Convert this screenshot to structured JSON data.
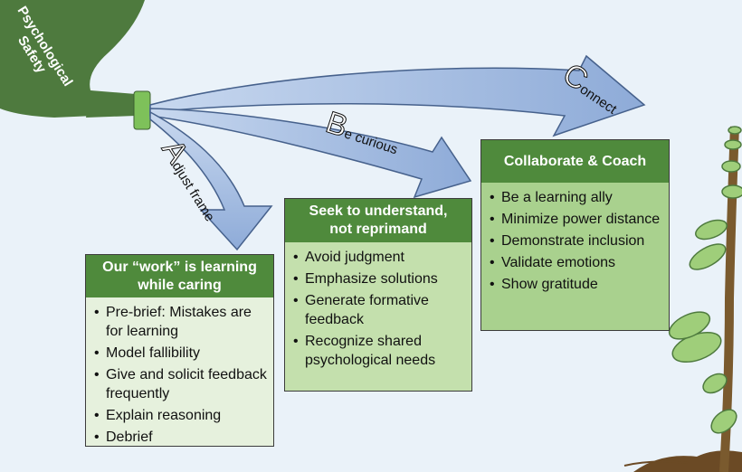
{
  "source_label": {
    "line1": "Psychological",
    "line2": "Safety"
  },
  "arrows": [
    {
      "letter": "A",
      "rest": "djust frame"
    },
    {
      "letter": "B",
      "rest": "e curious"
    },
    {
      "letter": "C",
      "rest": "onnect"
    }
  ],
  "boxes": [
    {
      "title_line1": "Our “work” is learning",
      "title_line2": "while caring",
      "items": [
        "Pre-brief: Mistakes are for learning",
        "Model fallibility",
        "Give and solicit feedback frequently",
        "Explain reasoning",
        "Debrief"
      ]
    },
    {
      "title_line1": "Seek to understand,",
      "title_line2": "not reprimand",
      "items": [
        "Avoid judgment",
        "Emphasize solutions",
        "Generate formative feedback",
        "Recognize shared psychological needs"
      ]
    },
    {
      "title_line1": "Collaborate & Coach",
      "title_line2": "",
      "items": [
        "Be a learning ally",
        "Minimize power distance",
        "Demonstrate inclusion",
        "Validate emotions",
        "Show gratitude"
      ]
    }
  ],
  "colors": {
    "background": "#eaf2f9",
    "watering_can": "#4e7a3e",
    "spout_ring": "#7ec15a",
    "arrow_fill": "#9db8e0",
    "arrow_stroke": "#46618c",
    "header_green": "#4f8a3c",
    "box_a_fill": "#e6f1dd",
    "box_b_fill": "#c4e0ad",
    "box_c_fill": "#a9d18e",
    "plant_stem": "#7a5a2e",
    "plant_leaf": "#9fce7a"
  }
}
